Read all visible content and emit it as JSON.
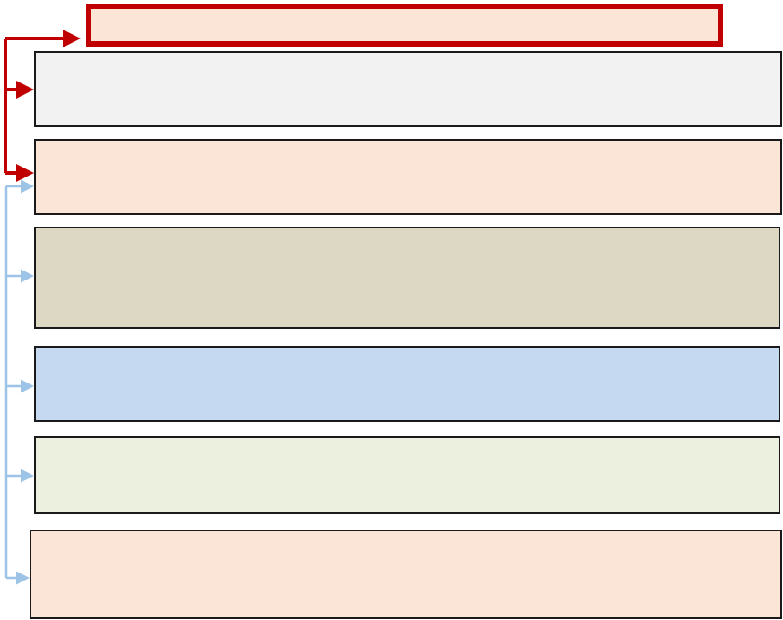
{
  "colors": {
    "header_border": "#c00000",
    "box_border": "#1a1a1a",
    "red_connector": "#c00000",
    "blue_connector": "#9dc3e6"
  },
  "boxes": [
    {
      "id": "box-top",
      "text": "",
      "fill": "#fbe5d6"
    },
    {
      "id": "box-1",
      "text": "",
      "fill": "#f2f2f2"
    },
    {
      "id": "box-2",
      "text": "",
      "fill": "#fbe5d6"
    },
    {
      "id": "box-3",
      "text": "",
      "fill": "#ddd8c3"
    },
    {
      "id": "box-4",
      "text": "",
      "fill": "#c5d9f1"
    },
    {
      "id": "box-5",
      "text": "",
      "fill": "#ebf1de"
    },
    {
      "id": "box-6",
      "text": "",
      "fill": "#fbe5d6"
    }
  ]
}
